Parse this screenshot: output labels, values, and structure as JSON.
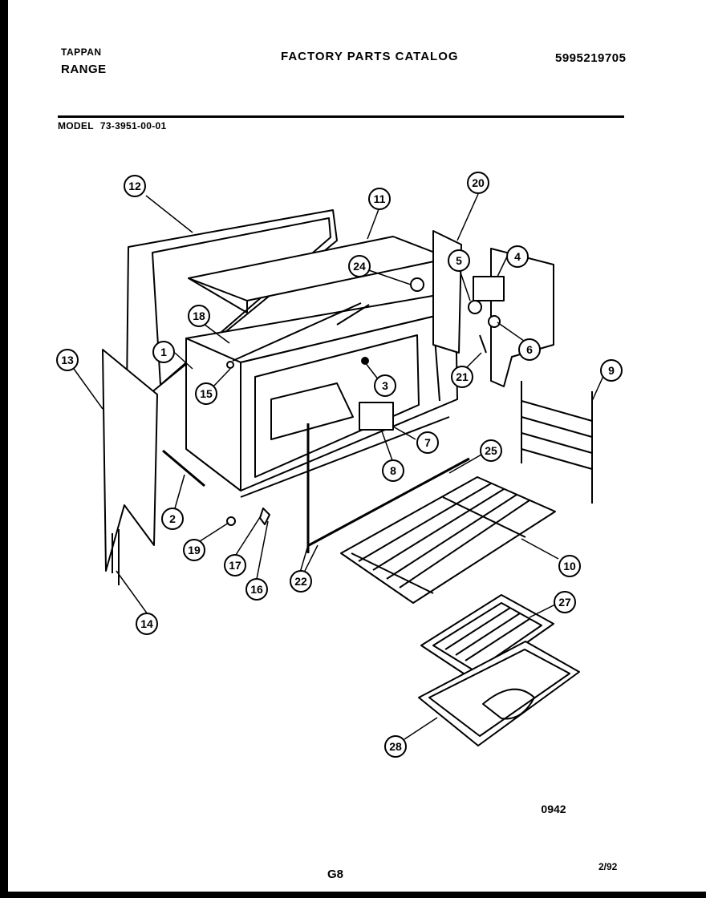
{
  "header": {
    "brand": "TAPPAN",
    "product_type": "RANGE",
    "catalog_title": "FACTORY PARTS CATALOG",
    "catalog_code": "5995219705"
  },
  "model": {
    "label": "MODEL",
    "number": "73-3951-00-01"
  },
  "figure_id": "0942",
  "footer": {
    "page": "G8",
    "date": "2/92"
  },
  "part_callouts": [
    "1",
    "2",
    "3",
    "4",
    "5",
    "6",
    "7",
    "8",
    "9",
    "10",
    "11",
    "12",
    "13",
    "14",
    "15",
    "16",
    "17",
    "18",
    "19",
    "20",
    "21",
    "22",
    "24",
    "25",
    "27",
    "28"
  ]
}
